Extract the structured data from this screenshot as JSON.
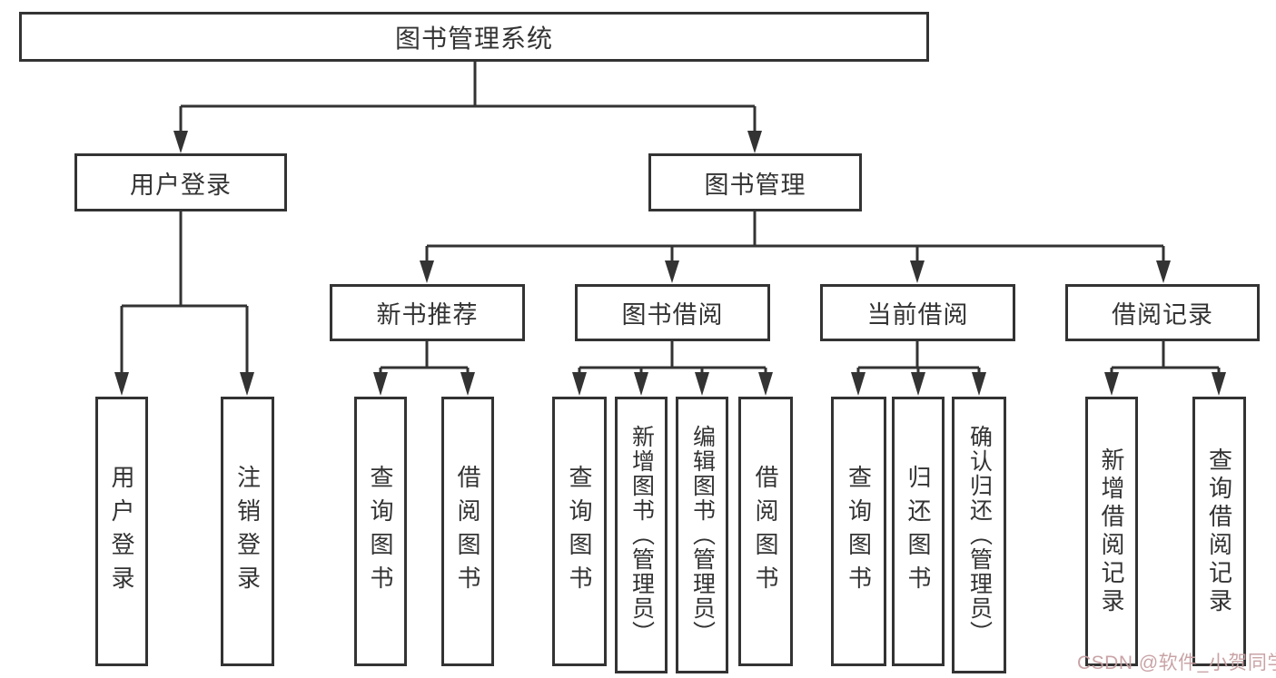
{
  "root": {
    "label": "图书管理系统",
    "children": [
      {
        "label": "用户登录",
        "children": [
          {
            "label": "用户登录"
          },
          {
            "label": "注销登录"
          }
        ]
      },
      {
        "label": "图书管理",
        "children": [
          {
            "label": "新书推荐",
            "children": [
              {
                "label": "查询图书"
              },
              {
                "label": "借阅图书"
              }
            ]
          },
          {
            "label": "图书借阅",
            "children": [
              {
                "label": "查询图书"
              },
              {
                "label": "新增图书（管理员）"
              },
              {
                "label": "编辑图书（管理员）"
              },
              {
                "label": "借阅图书"
              }
            ]
          },
          {
            "label": "当前借阅",
            "children": [
              {
                "label": "查询图书"
              },
              {
                "label": "归还图书"
              },
              {
                "label": "确认归还（管理员）"
              }
            ]
          },
          {
            "label": "借阅记录",
            "children": [
              {
                "label": "新增借阅记录"
              },
              {
                "label": "查询借阅记录"
              }
            ]
          }
        ]
      }
    ]
  },
  "watermark": {
    "text": "CSDN @软件_小贺同学"
  },
  "colors": {
    "line": "#333333",
    "box_border": "#333333",
    "text": "#333333",
    "watermark": "#c79fa2",
    "background": "#ffffff"
  }
}
